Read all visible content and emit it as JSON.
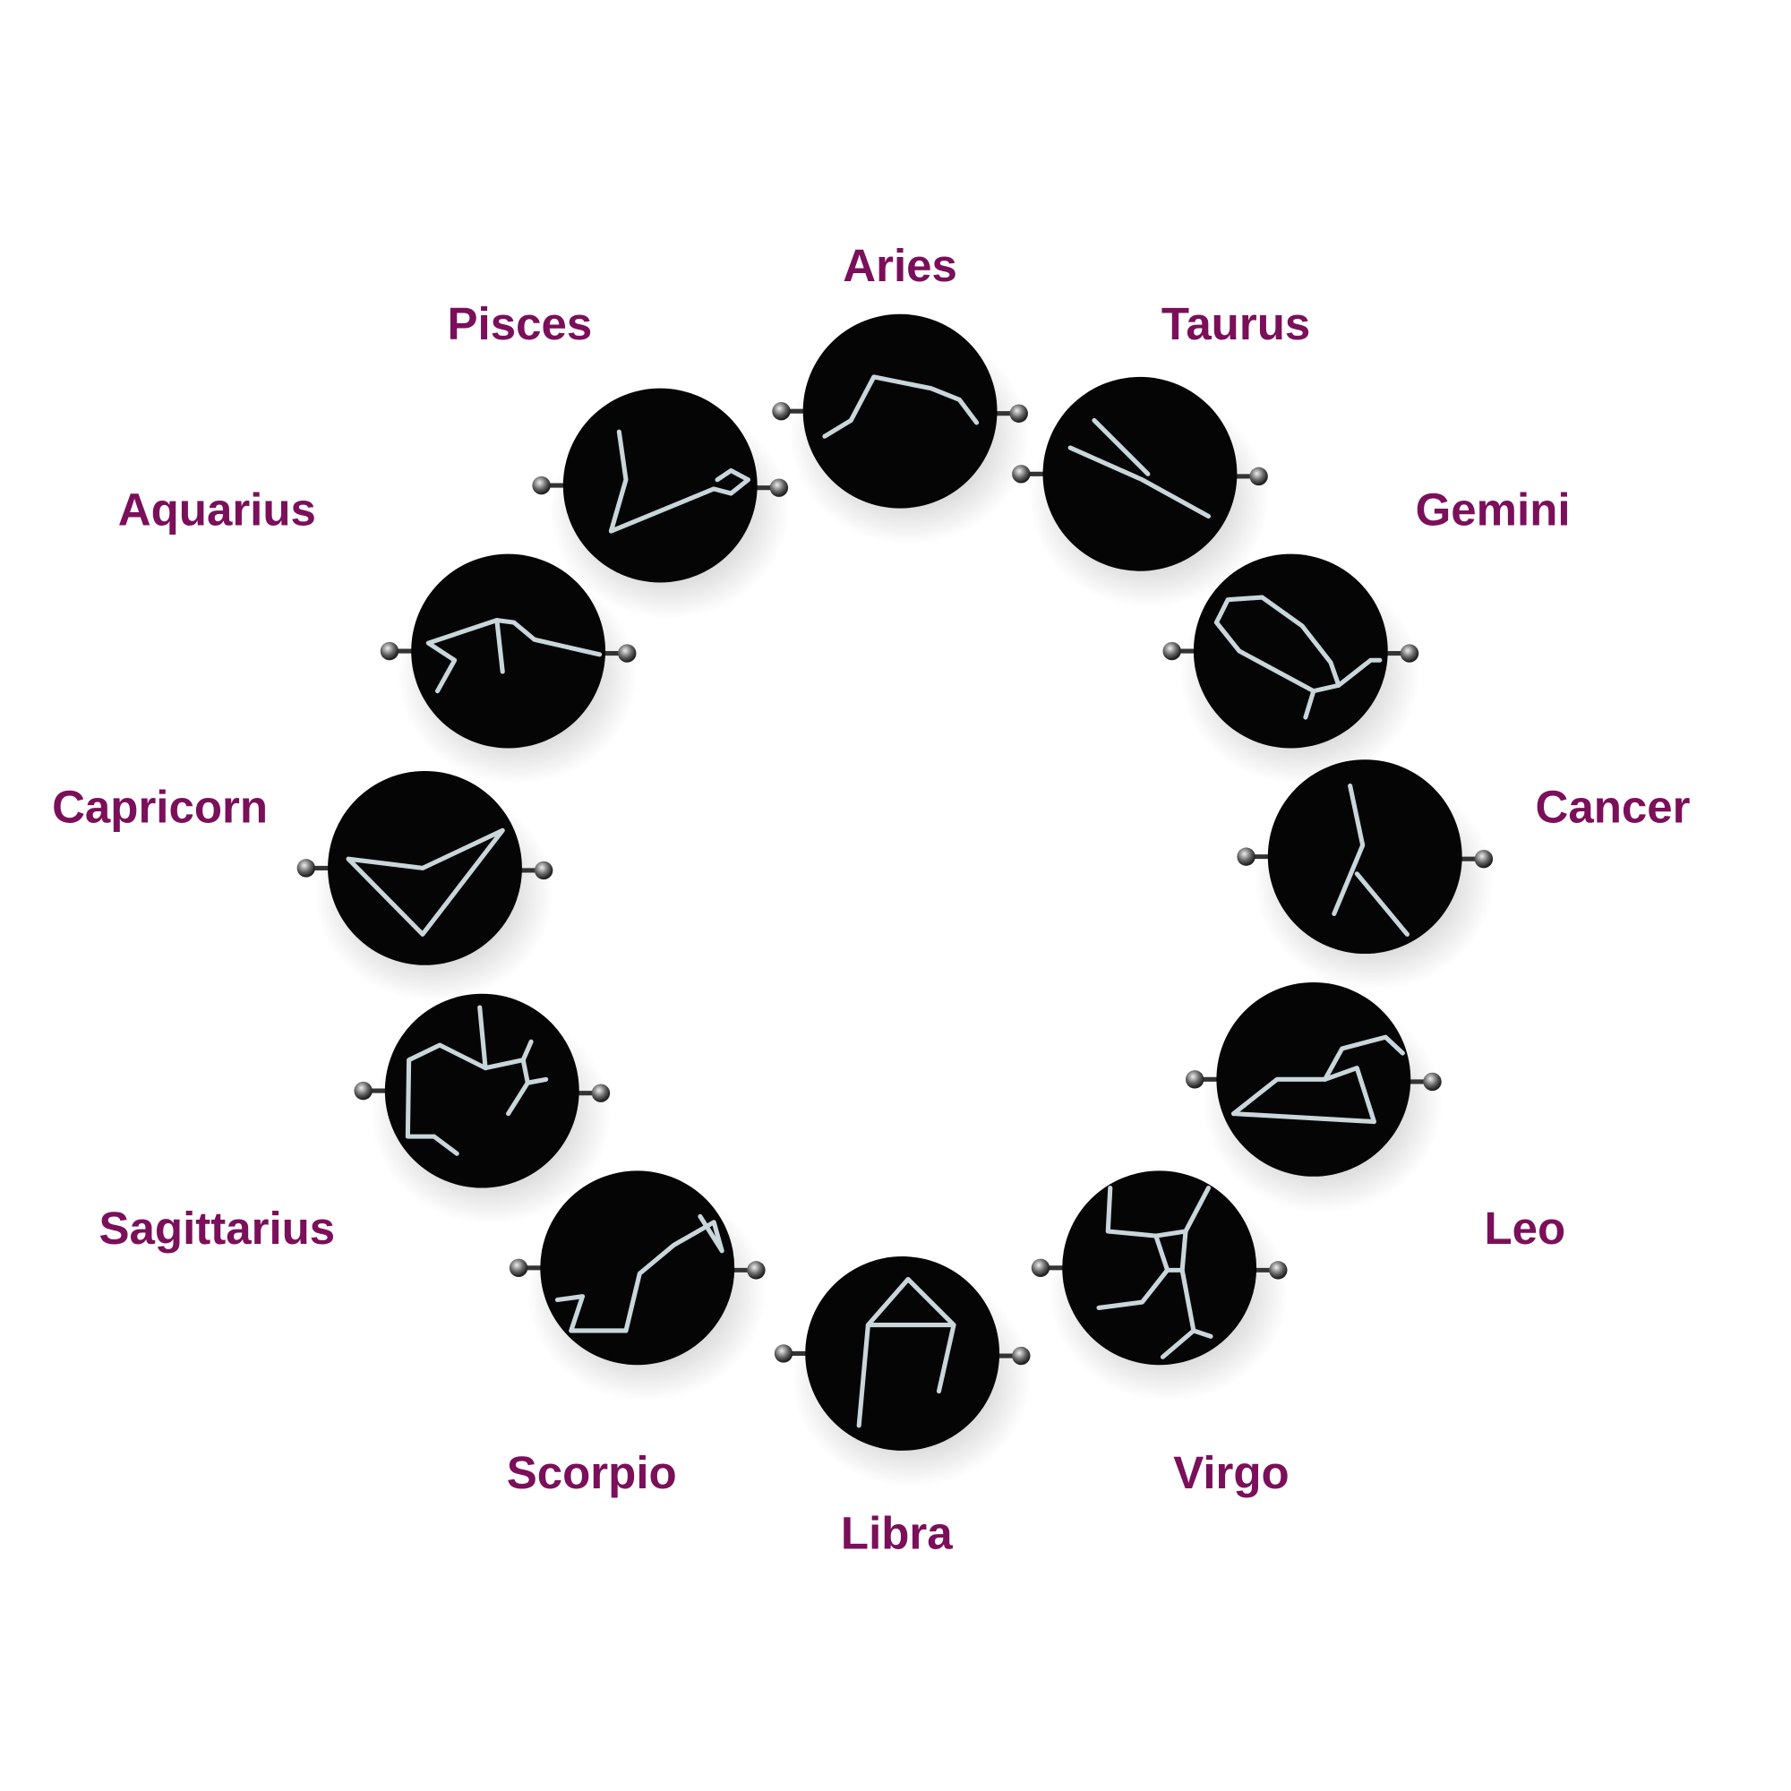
{
  "colors": {
    "label": "#7b0f5a",
    "charm": "#050505",
    "line": "#c9d6dc"
  },
  "signs": [
    {
      "name": "Aries"
    },
    {
      "name": "Taurus"
    },
    {
      "name": "Gemini"
    },
    {
      "name": "Cancer"
    },
    {
      "name": "Leo"
    },
    {
      "name": "Virgo"
    },
    {
      "name": "Libra"
    },
    {
      "name": "Scorpio"
    },
    {
      "name": "Sagittarius"
    },
    {
      "name": "Capricorn"
    },
    {
      "name": "Aquarius"
    },
    {
      "name": "Pisces"
    }
  ]
}
